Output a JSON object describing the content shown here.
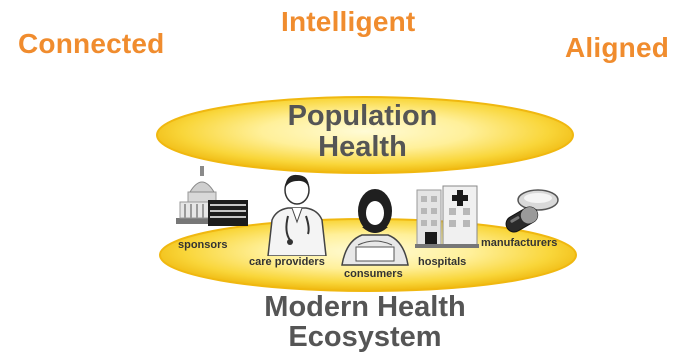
{
  "pillars": {
    "connected": "Connected",
    "intelligent": "Intelligent",
    "aligned": "Aligned"
  },
  "top_layer": {
    "line1": "Population",
    "line2": "Health"
  },
  "bottom_layer": {
    "line1": "Modern Health",
    "line2": "Ecosystem"
  },
  "actors": [
    {
      "label": "sponsors",
      "icon": "capitol-building-icon"
    },
    {
      "label": "care providers",
      "icon": "doctor-icon"
    },
    {
      "label": "consumers",
      "icon": "patient-icon"
    },
    {
      "label": "hospitals",
      "icon": "hospital-building-icon"
    },
    {
      "label": "manufacturers",
      "icon": "pills-icon"
    }
  ],
  "colors": {
    "accent_orange": "#f08c2e",
    "ellipse_yellow": "#f5c518",
    "ellipse_highlight": "#fff4a8",
    "text_gray": "#555555"
  }
}
